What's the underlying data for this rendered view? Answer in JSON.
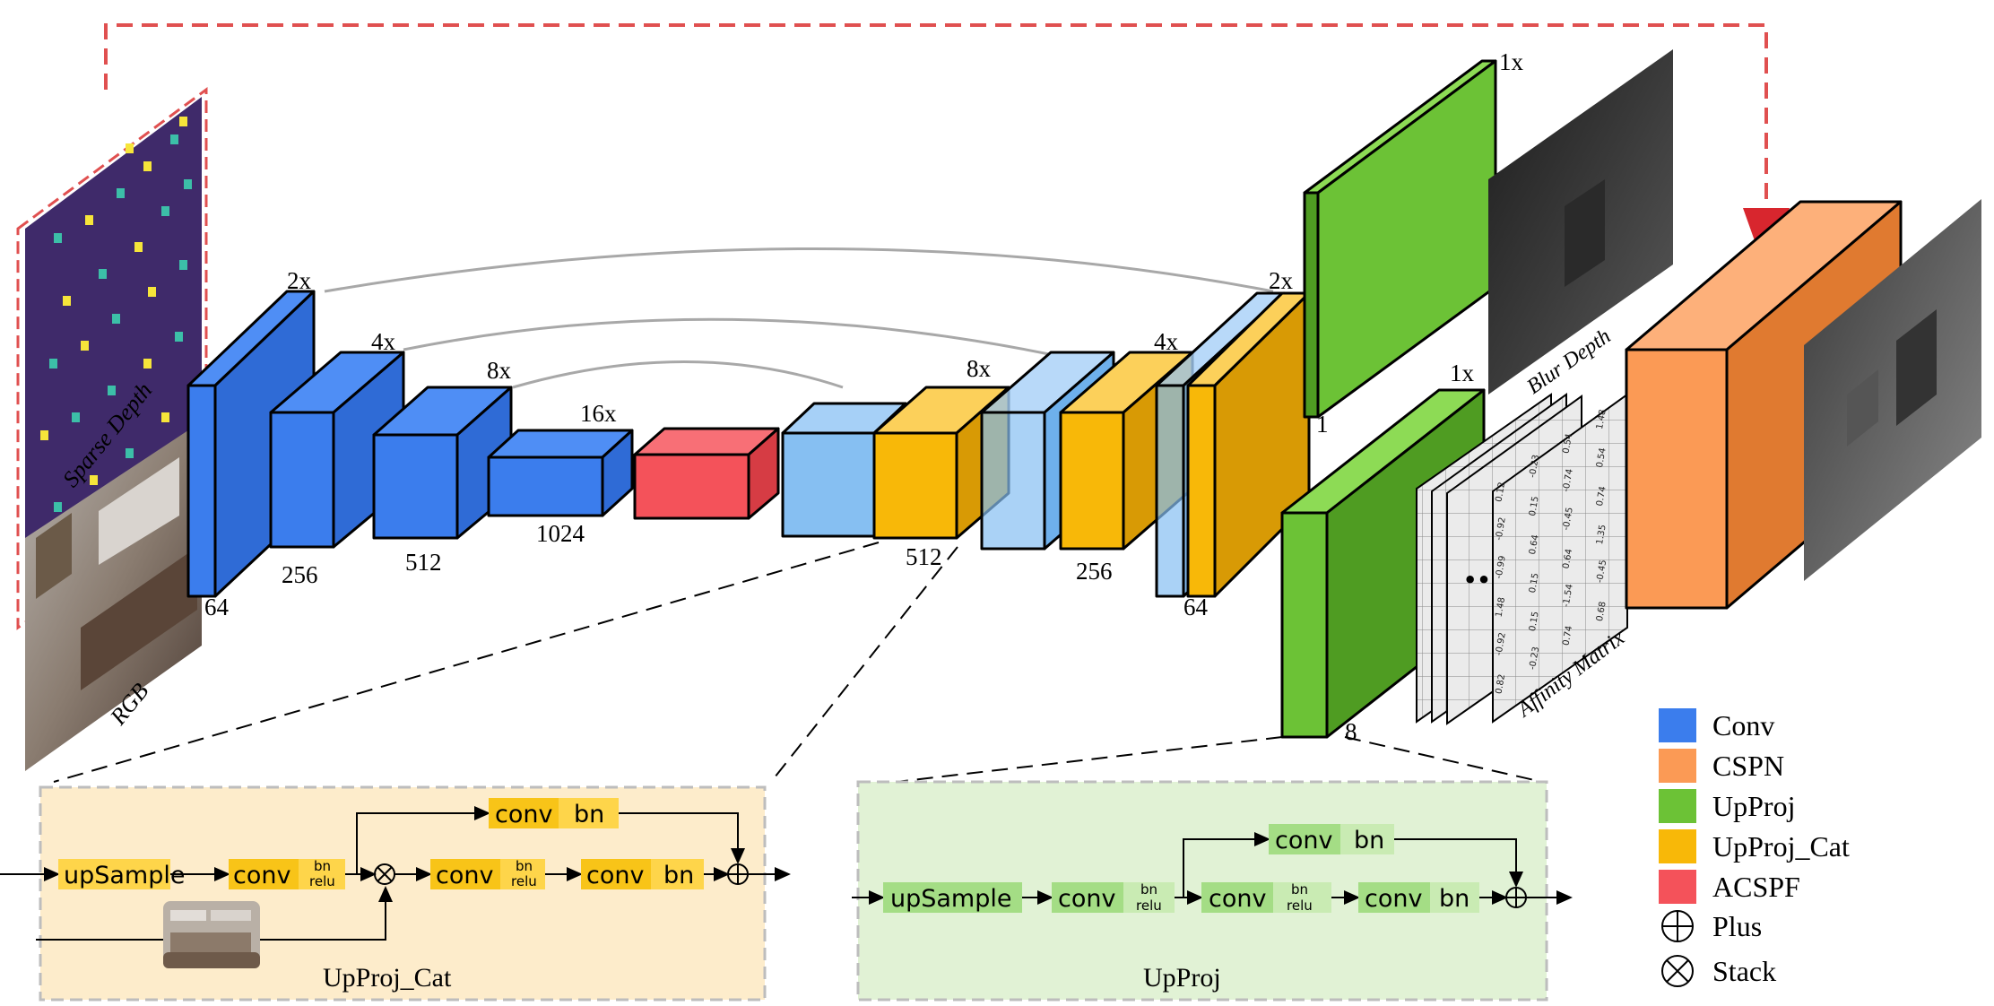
{
  "inputs": {
    "sparse_depth_label": "Sparse Depth",
    "rgb_label": "RGB"
  },
  "encoder": {
    "scales": [
      "2x",
      "4x",
      "8x",
      "16x"
    ],
    "channels": [
      "64",
      "256",
      "512",
      "1024"
    ]
  },
  "decoder": {
    "scales": [
      "8x",
      "4x",
      "2x"
    ],
    "channels": [
      "512",
      "256",
      "64"
    ]
  },
  "heads": {
    "blur_scale": "1x",
    "blur_channels": "1",
    "blur_label": "Blur Depth",
    "affinity_scale": "1x",
    "affinity_channels": "8",
    "affinity_label": "Affinity Matrix",
    "ellipsis": "•••"
  },
  "affinity_values": [
    "0.12",
    "-0.23",
    "0.54",
    "1.48",
    "-0.92",
    "0.15",
    "-0.74",
    "0.54",
    "-0.99",
    "0.64",
    "-0.45",
    "0.74",
    "1.48",
    "0.15",
    "0.64",
    "1.35",
    "-0.92",
    "0.15",
    "-1.54",
    "-0.45",
    "0.82",
    "-0.23",
    "0.74",
    "0.68"
  ],
  "upproj_cat": {
    "title": "UpProj_Cat",
    "upsample": "upSample",
    "conv": "conv",
    "bn": "bn",
    "relu": "relu"
  },
  "upproj": {
    "title": "UpProj",
    "upsample": "upSample",
    "conv": "conv",
    "bn": "bn",
    "relu": "relu"
  },
  "legend": [
    {
      "label": "Conv",
      "color": "#3b7ded"
    },
    {
      "label": "CSPN",
      "color": "#fb9a55"
    },
    {
      "label": "UpProj",
      "color": "#6cc236"
    },
    {
      "label": "UpProj_Cat",
      "color": "#f8b808"
    },
    {
      "label": "ACSPF",
      "color": "#f4525a"
    }
  ],
  "legend_symbols": [
    {
      "label": "Plus",
      "icon": "plus-circle-icon"
    },
    {
      "label": "Stack",
      "icon": "times-circle-icon"
    }
  ]
}
